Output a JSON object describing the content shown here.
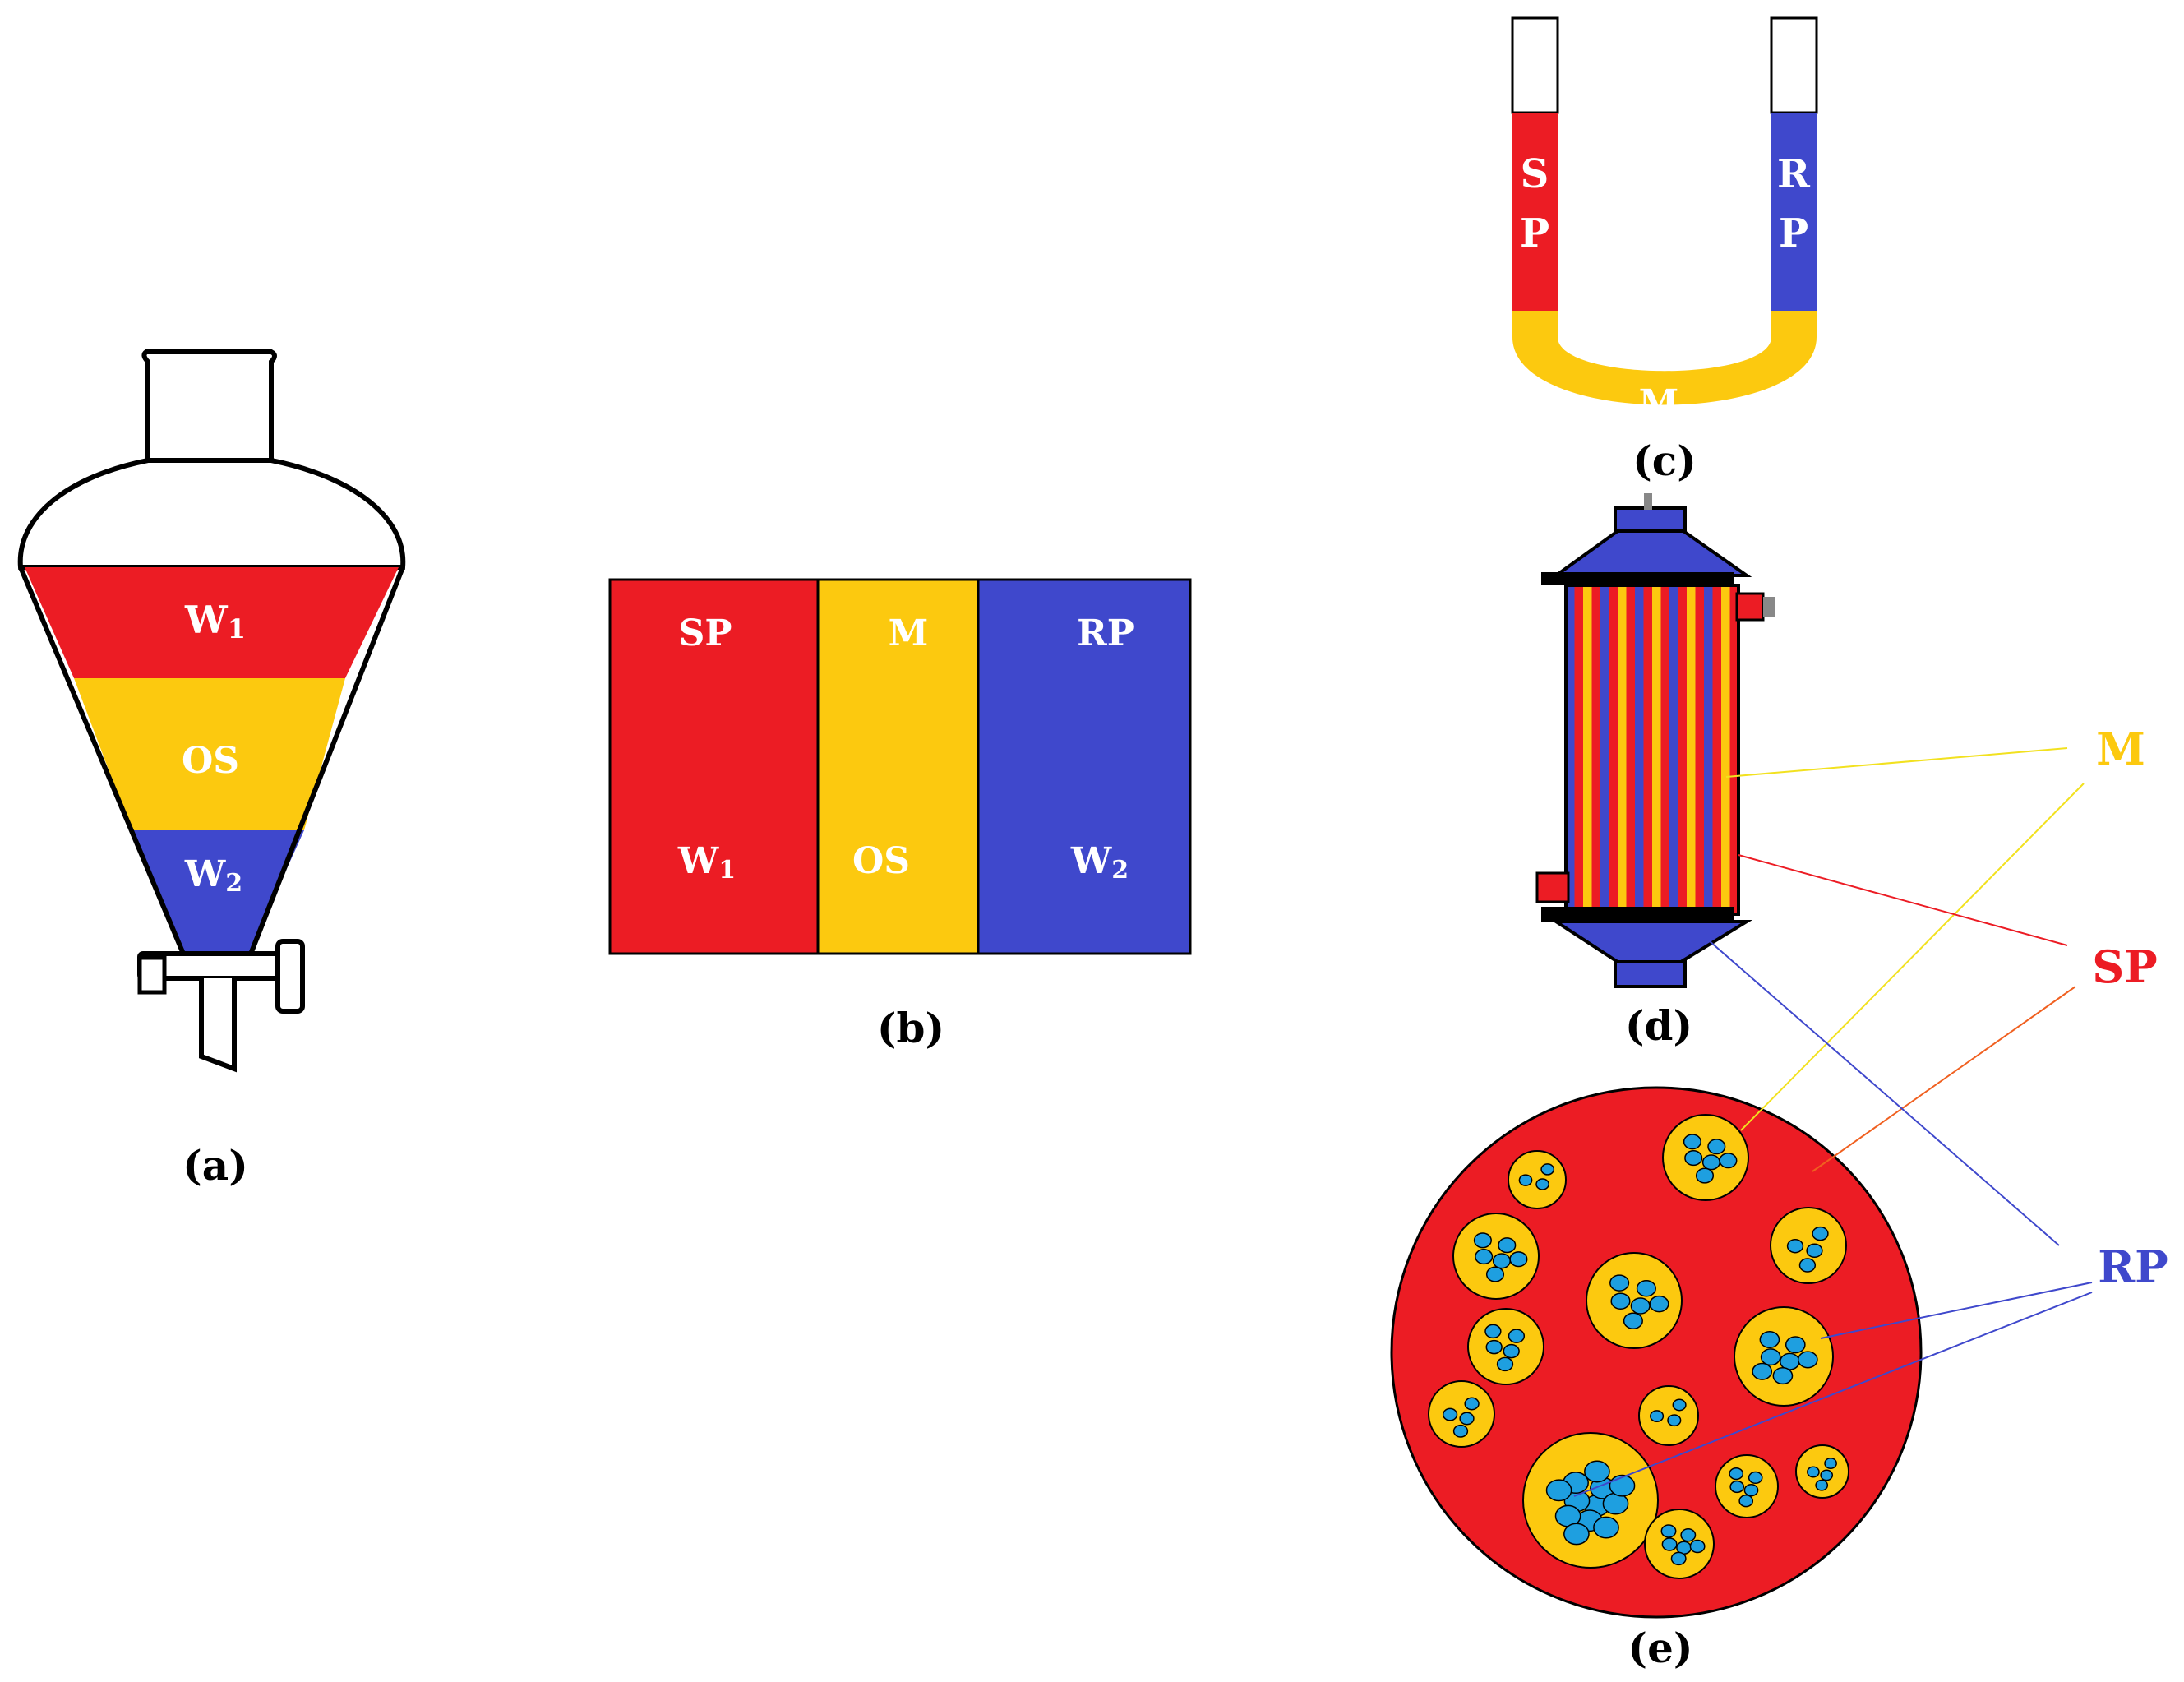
{
  "colors": {
    "red": "#ec1c24",
    "yellow": "#fcc90f",
    "blue": "#3f48cc",
    "cyan": "#1e9fe0",
    "black": "#000000",
    "white": "#ffffff"
  },
  "panel_a": {
    "caption": "(a)",
    "layers": [
      {
        "label": "W",
        "sub": "1",
        "color": "red"
      },
      {
        "label": "OS",
        "sub": "",
        "color": "yellow"
      },
      {
        "label": "W",
        "sub": "2",
        "color": "blue"
      }
    ]
  },
  "panel_b": {
    "caption": "(b)",
    "columns": [
      {
        "top": "SP",
        "bottom": "W",
        "bottom_sub": "1",
        "color": "red"
      },
      {
        "top": "M",
        "bottom": "OS",
        "bottom_sub": "",
        "color": "yellow"
      },
      {
        "top": "RP",
        "bottom": "W",
        "bottom_sub": "2",
        "color": "blue"
      }
    ]
  },
  "panel_c": {
    "caption": "(c)",
    "left_letters": [
      "S",
      "P"
    ],
    "right_letters": [
      "R",
      "P"
    ],
    "bottom_label": "M"
  },
  "panel_d": {
    "caption": "(d)"
  },
  "panel_e": {
    "caption": "(e)"
  },
  "legend": {
    "m": "M",
    "sp": "SP",
    "rp": "RP"
  }
}
